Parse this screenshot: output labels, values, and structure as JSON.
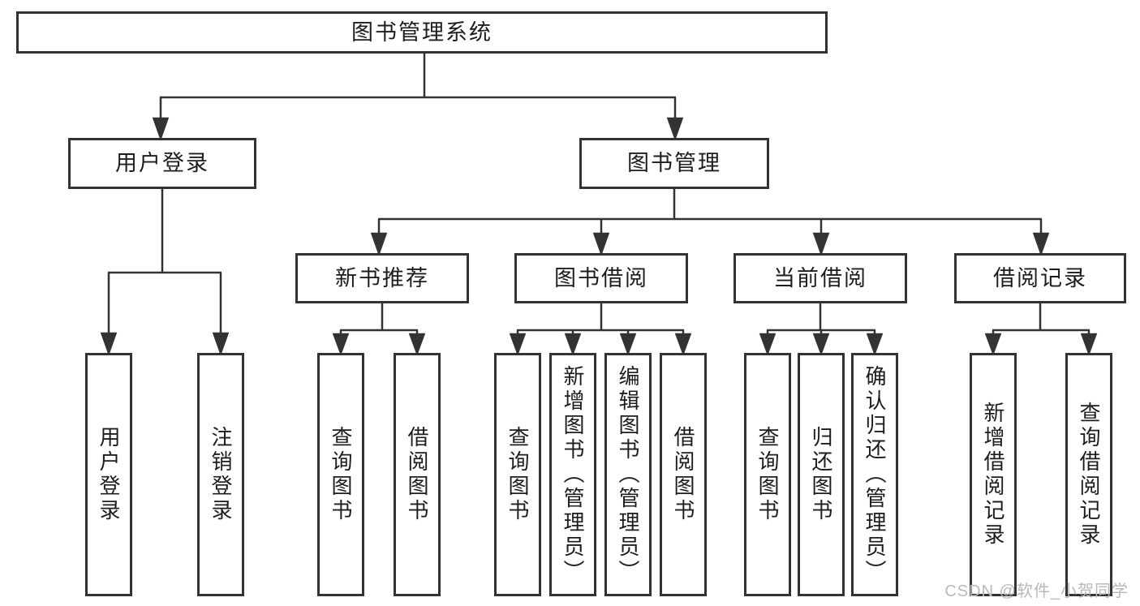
{
  "diagram": {
    "nodes": {
      "root": "图书管理系统",
      "user_login": "用户登录",
      "book_mgmt": "图书管理",
      "new_books": "新书推荐",
      "book_borrow": "图书借阅",
      "current_borrow": "当前借阅",
      "borrow_records": "借阅记录",
      "leaf_user_login": "用户登录",
      "leaf_logout": "注销登录",
      "leaf_nb_query_books": "查询图书",
      "leaf_nb_borrow_books": "借阅图书",
      "leaf_bb_query_books": "查询图书",
      "leaf_bb_add_books": "新增图书（管理员）",
      "leaf_bb_edit_books": "编辑图书（管理员）",
      "leaf_bb_borrow_books": "借阅图书",
      "leaf_cb_query_books": "查询图书",
      "leaf_cb_return_books": "归还图书",
      "leaf_cb_confirm_return": "确认归还（管理员）",
      "leaf_br_add_record": "新增借阅记录",
      "leaf_br_query_record": "查询借阅记录"
    },
    "line_color": "#333333",
    "watermark": "CSDN @软件_小贺同学"
  }
}
